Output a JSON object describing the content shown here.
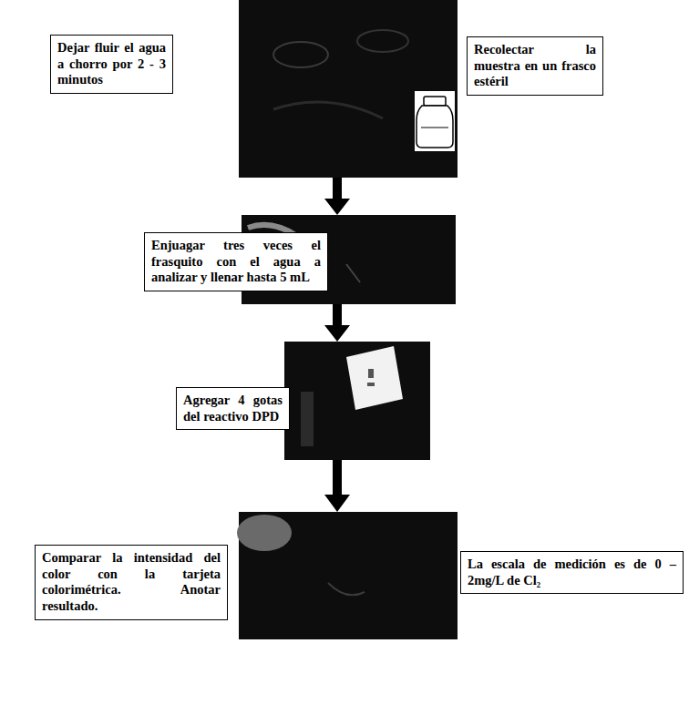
{
  "diagram": {
    "nodes": [
      {
        "text": [
          "Dejar fluir el agua a chorro por 2 - 3 minutos"
        ]
      },
      {
        "text": [
          "Recolectar la muestra en un frasco estéril"
        ]
      },
      {
        "text": [
          "Enjuagar tres veces el frasquito con el agua a analizar y llenar hasta 5 mL"
        ]
      },
      {
        "text": [
          "Agregar 4 gotas del reactivo DPD"
        ]
      },
      {
        "text": [
          "Comparar la intensidad del color con la tarjeta colorimétrica. Anotar resultado."
        ]
      },
      {
        "text": [
          "La escala de medición es de 0 – 2mg/L de Cl₂"
        ]
      }
    ]
  }
}
